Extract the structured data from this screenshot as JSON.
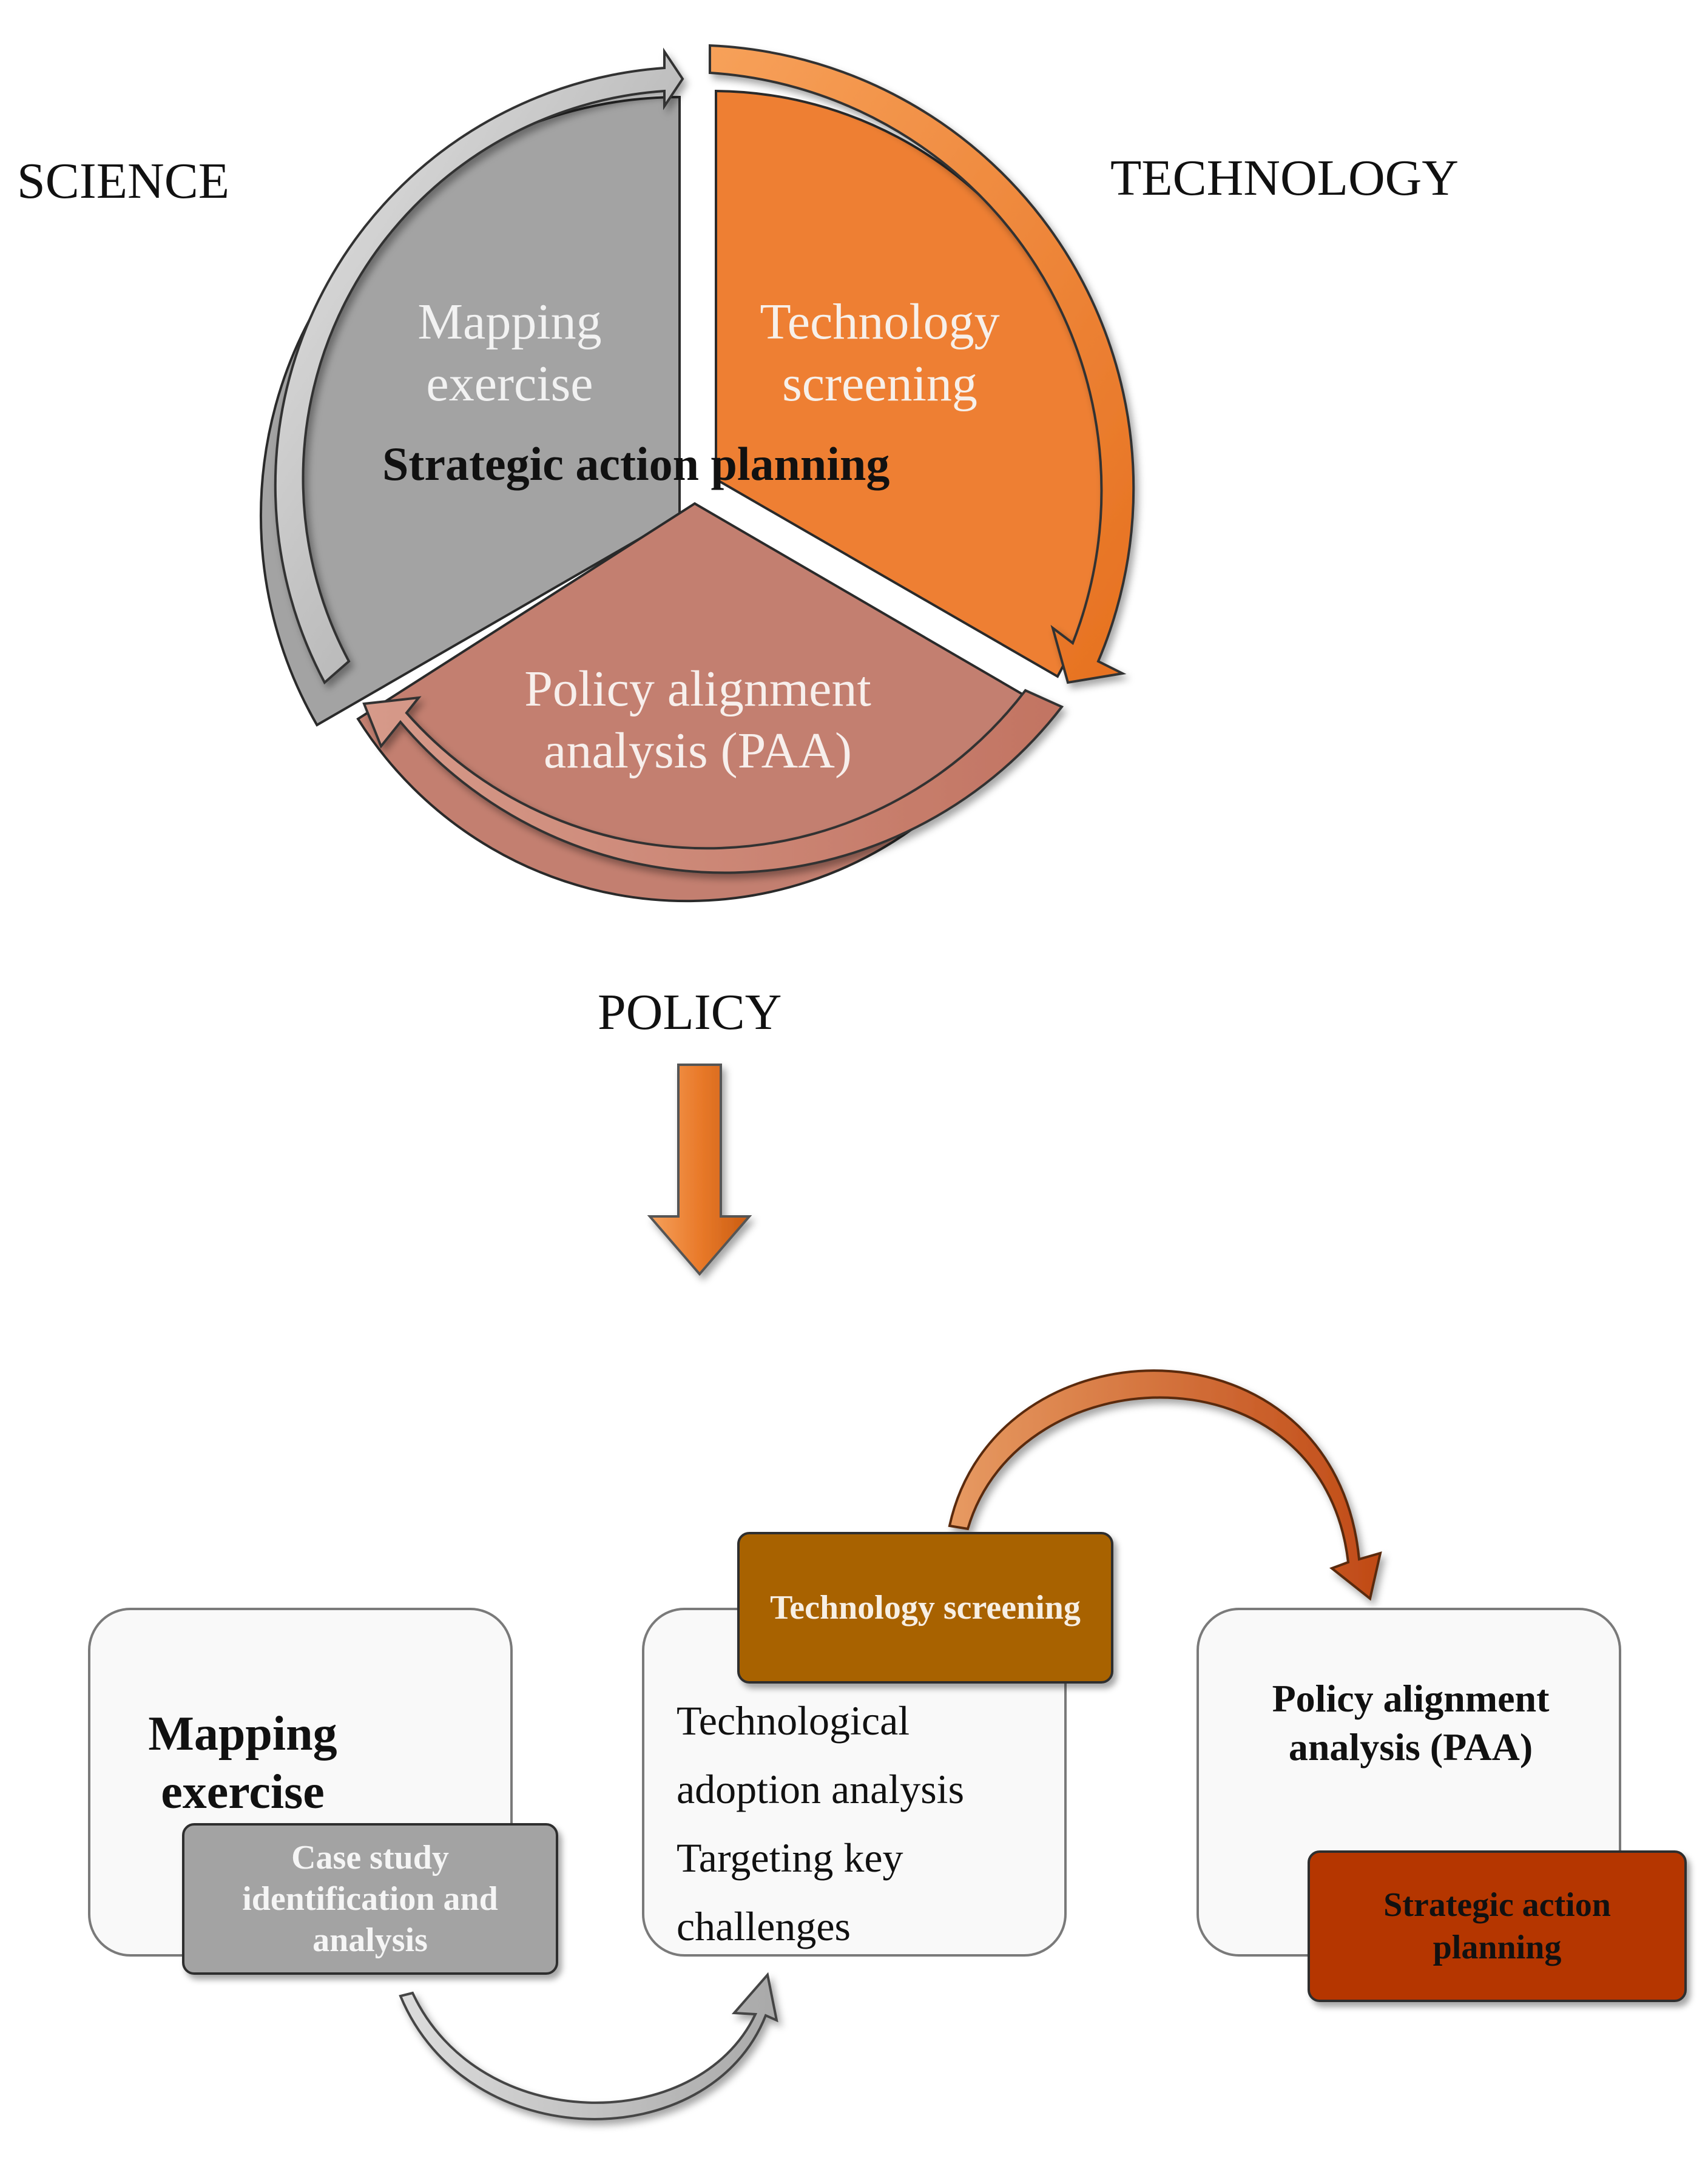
{
  "cycle": {
    "outer_labels": {
      "science": "SCIENCE",
      "technology": "TECHNOLOGY",
      "policy": "POLICY"
    },
    "segments": [
      {
        "id": "mapping",
        "text_lines": [
          "Mapping",
          "exercise"
        ],
        "color": "#a3a3a3"
      },
      {
        "id": "technology",
        "text_lines": [
          "Technology",
          "screening"
        ],
        "color": "#ee7f33"
      },
      {
        "id": "policy",
        "text_lines": [
          "Policy alignment",
          "analysis (PAA)"
        ],
        "color": "#c37f70"
      }
    ],
    "center_label": "Strategic action planning"
  },
  "flow": {
    "cards": [
      {
        "id": "mapping",
        "title": "Mapping\nexercise",
        "tag": "Case study\nidentification and\nanalysis",
        "tag_color": "#a3a3a3"
      },
      {
        "id": "technology",
        "tag": "Technology screening",
        "tag_color": "#a86200",
        "body": "Technological\nadoption analysis\nTargeting  key\nchallenges"
      },
      {
        "id": "policy",
        "title": "Policy alignment\nanalysis (PAA)",
        "tag": "Strategic action\nplanning",
        "tag_color": "#b53600"
      }
    ]
  },
  "colors": {
    "gray_arrow": "#b8b8b8",
    "orange_arrow": "#f08a3c",
    "rose_arrow": "#c98776",
    "down_arrow": "#e97a2a",
    "curve_arrow": "#d0642a"
  }
}
